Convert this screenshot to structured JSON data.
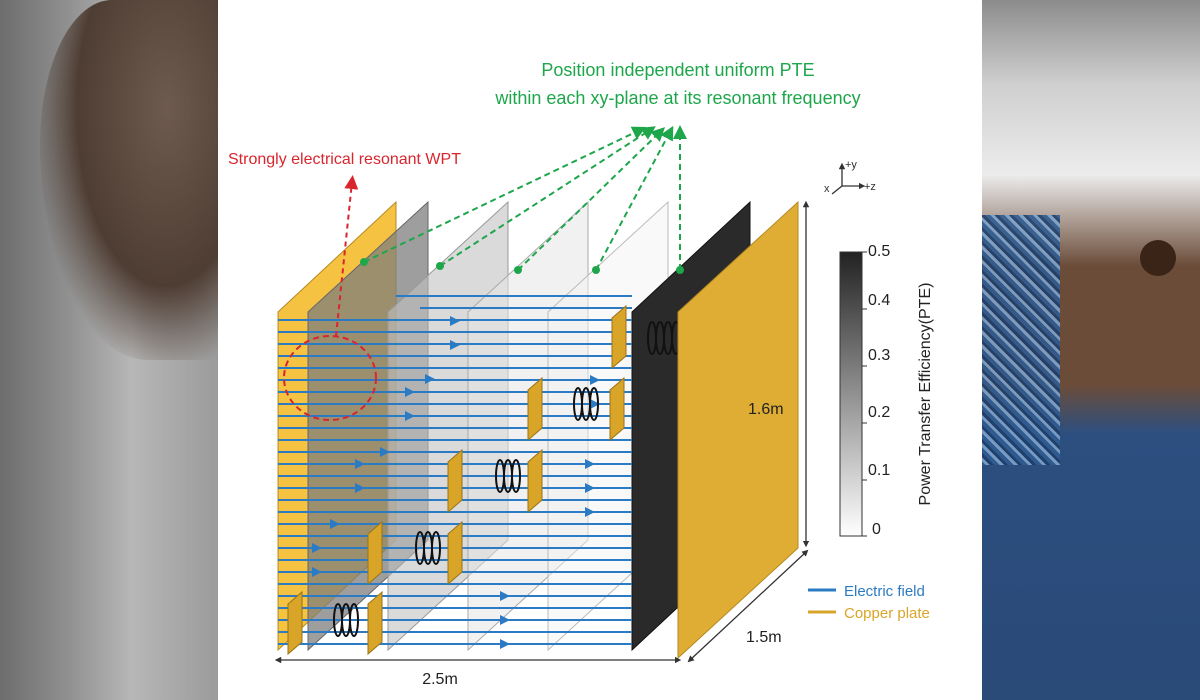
{
  "annotations": {
    "pte_title_line1": "Position independent uniform PTE",
    "pte_title_line2": "within each xy-plane at its resonant frequency",
    "resonant_wpt": "Strongly electrical resonant WPT"
  },
  "axes": {
    "y": "+y",
    "x": "x",
    "z": "+z"
  },
  "dimensions": {
    "height": "1.6m",
    "depth": "1.5m",
    "width": "2.5m"
  },
  "colorbar": {
    "label": "Power Transfer Efficiency(PTE)",
    "ticks": [
      "0.5",
      "0.4",
      "0.3",
      "0.2",
      "0.1",
      "0"
    ]
  },
  "legend": {
    "electric_field": "Electric field",
    "copper_plate": "Copper plate"
  },
  "colors": {
    "copper": "#F5C242",
    "field": "#2B7BC4",
    "green_annotation": "#1EA64B",
    "red_annotation": "#D9262E"
  }
}
